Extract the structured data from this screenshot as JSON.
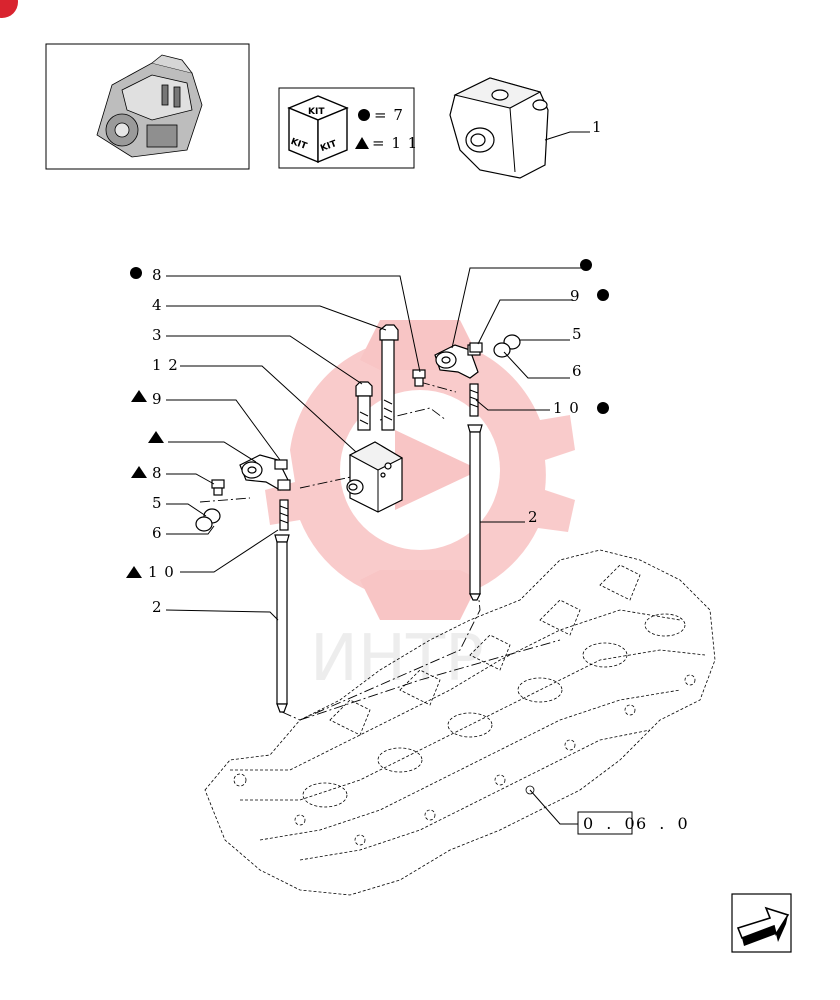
{
  "kit_legend": {
    "kit_text": "KIT",
    "circle_qty": "= 7",
    "triangle_qty": "= 1 1"
  },
  "watermark": "ИНТР",
  "callouts": {
    "c1": "1",
    "c2_right": "2",
    "c2_left": "2",
    "c3": "3",
    "c4": "4",
    "c5_right": "5",
    "c5_left": "5",
    "c6_right": "6",
    "c6_left": "6",
    "c8_top": "8",
    "c8_left": "8",
    "c9_right": "9",
    "c9_left": "9",
    "c10_right": "1 0",
    "c10_left": "1 0",
    "c12": "1 2"
  },
  "reference": {
    "boxed": "0 . 0",
    "suffix": "6 . 0"
  },
  "colors": {
    "brand_red": "#d9242f",
    "watermark_red": "#f08080",
    "line": "#000000"
  },
  "icons": [
    "engine-thumbnail",
    "kit-box-icon",
    "circle-marker",
    "triangle-marker",
    "next-page-arrow-icon"
  ]
}
